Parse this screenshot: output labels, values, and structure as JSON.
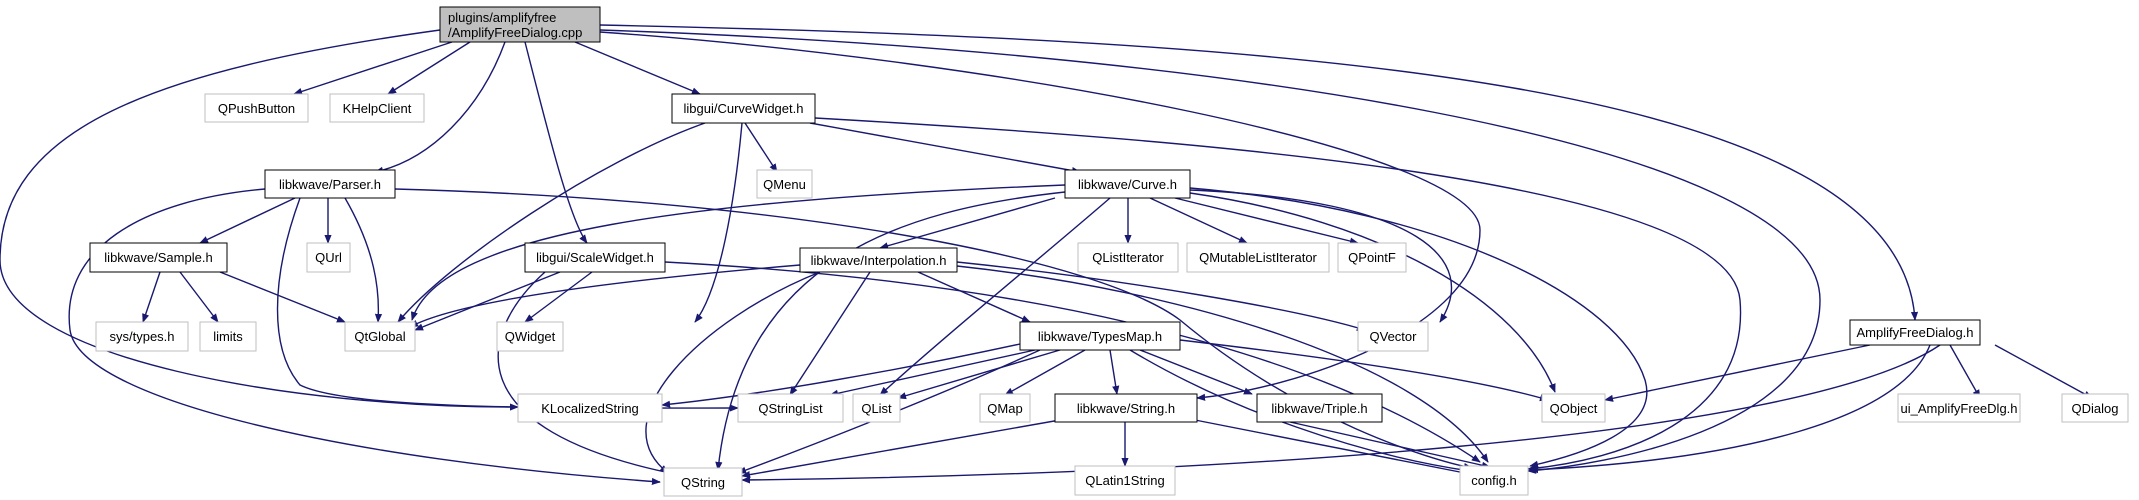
{
  "graph": {
    "root_label_line1": "plugins/amplifyfree",
    "root_label_line2": "/AmplifyFreeDialog.cpp",
    "nodes": {
      "root": "plugins/amplifyfree/AmplifyFreeDialog.cpp",
      "qpushbutton": "QPushButton",
      "khelpclient": "KHelpClient",
      "curvewidget": "libgui/CurveWidget.h",
      "amplifyfreedialog_h": "AmplifyFreeDialog.h",
      "parser": "libkwave/Parser.h",
      "qmenu": "QMenu",
      "curve": "libkwave/Curve.h",
      "sample": "libkwave/Sample.h",
      "qurl": "QUrl",
      "scalewidget": "libgui/ScaleWidget.h",
      "qlistiterator": "QListIterator",
      "qmutablelistiterator": "QMutableListIterator",
      "qpointf": "QPointF",
      "interpolation": "libkwave/Interpolation.h",
      "systypes": "sys/types.h",
      "limits": "limits",
      "qtglobal": "QtGlobal",
      "qwidget": "QWidget",
      "qvector": "QVector",
      "typesmap": "libkwave/TypesMap.h",
      "klocalizedstring": "KLocalizedString",
      "qstringlist": "QStringList",
      "qlist": "QList",
      "qmap": "QMap",
      "string_h": "libkwave/String.h",
      "triple": "libkwave/Triple.h",
      "qobject": "QObject",
      "ui_amplifyfreedlg": "ui_AmplifyFreeDlg.h",
      "qdialog": "QDialog",
      "qstring": "QString",
      "qlatin1string": "QLatin1String",
      "config": "config.h"
    }
  }
}
